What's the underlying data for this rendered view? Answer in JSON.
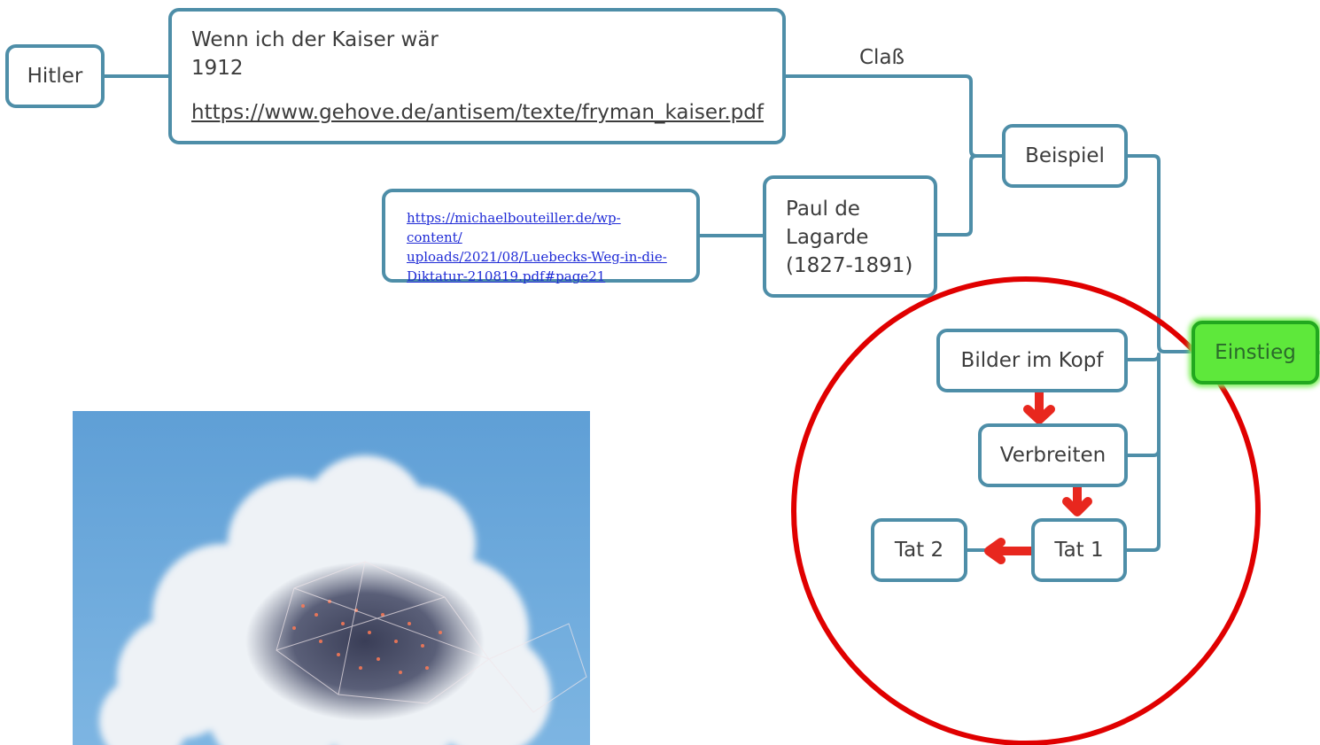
{
  "nodes": {
    "hitler": "Hitler",
    "kaiser": {
      "title": "Wenn ich der Kaiser wär",
      "year": "1912",
      "url": "https://www.gehove.de/antisem/texte/fryman_kaiser.pdf"
    },
    "lubeck_url": {
      "line1": "https://michaelbouteiller.de/wp-content/",
      "line2": "uploads/2021/08/Luebecks-Weg-in-die-",
      "line3": "Diktatur-210819.pdf#page21"
    },
    "lagarde": {
      "line1": "Paul de",
      "line2": "Lagarde",
      "line3": "(1827-1891)"
    },
    "beispiel": "Beispiel",
    "einstieg": "Einstieg",
    "bilder": "Bilder im Kopf",
    "verbreiten": "Verbreiten",
    "tat1": "Tat 1",
    "tat2": "Tat 2"
  },
  "edge_labels": {
    "class": "Claß"
  },
  "colors": {
    "node_border": "#4e8ea8",
    "connector": "#4e8ea8",
    "highlight_fill": "#5ee83b",
    "annotation_red": "#e00000",
    "link_blue": "#1f2bd6",
    "sky_blue": "#5b9fd8"
  },
  "annotations": [
    "red-circle",
    "red-arrow",
    "red-arrow",
    "red-arrow"
  ],
  "image": "cloud-network-photo"
}
